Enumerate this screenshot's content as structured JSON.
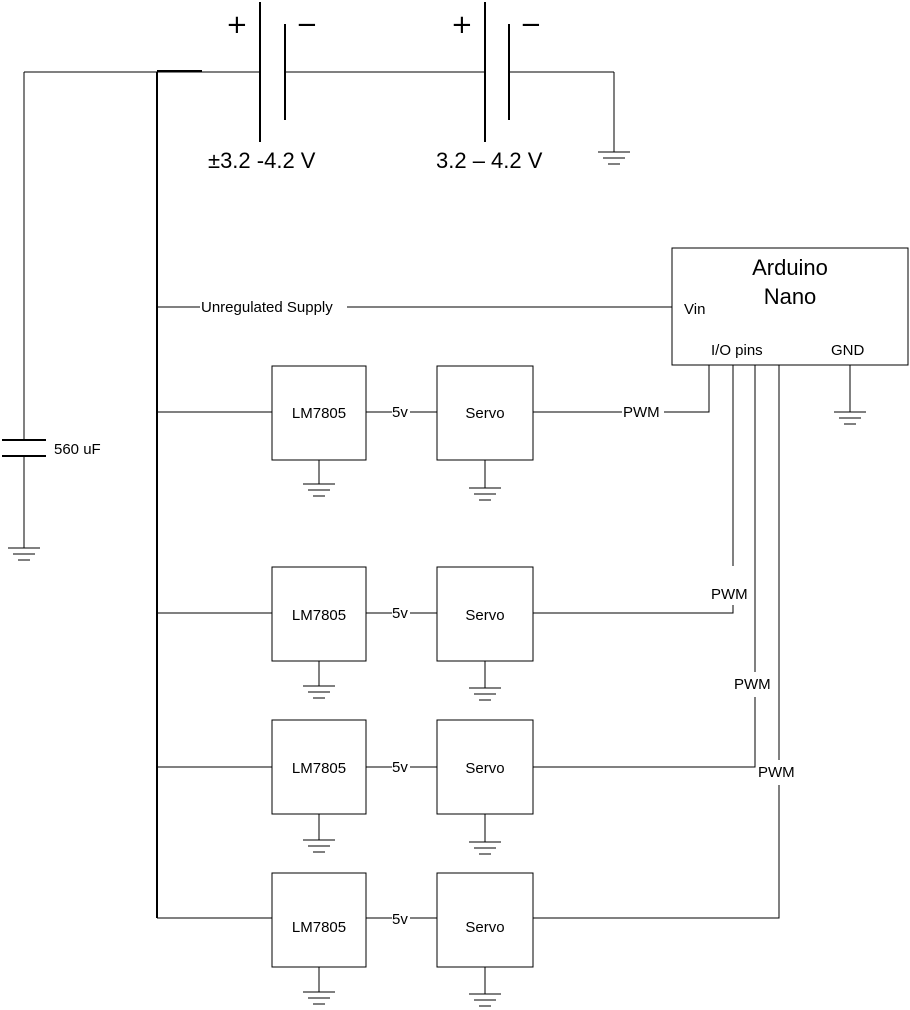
{
  "battery_1": {
    "plus": "+",
    "minus": "−",
    "voltage": "±3.2 -4.2 V"
  },
  "battery_2": {
    "plus": "+",
    "minus": "−",
    "voltage": "3.2 – 4.2 V"
  },
  "capacitor": {
    "label": "560 uF"
  },
  "supply_label": "Unregulated Supply",
  "arduino": {
    "title_line1": "Arduino",
    "title_line2": "Nano",
    "vin": "Vin",
    "io": "I/O pins",
    "gnd": "GND"
  },
  "channels": [
    {
      "regulator": "LM7805",
      "voltage": "5v",
      "servo": "Servo",
      "signal": "PWM"
    },
    {
      "regulator": "LM7805",
      "voltage": "5v",
      "servo": "Servo",
      "signal": "PWM"
    },
    {
      "regulator": "LM7805",
      "voltage": "5v",
      "servo": "Servo",
      "signal": "PWM"
    },
    {
      "regulator": "LM7805",
      "voltage": "5v",
      "servo": "Servo",
      "signal": "PWM"
    }
  ]
}
